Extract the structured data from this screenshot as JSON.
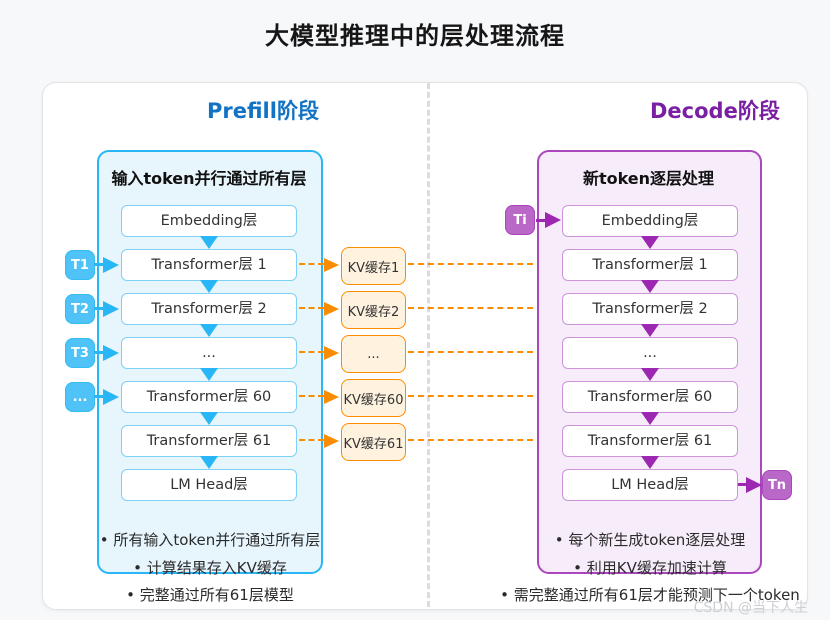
{
  "title": "大模型推理中的层处理流程",
  "watermark": "CSDN @当下人生",
  "colors": {
    "page_bg": "#f7f8fa",
    "prefill_accent": "#29b6f6",
    "prefill_header": "#1273c4",
    "prefill_box_bg": "#e7f5fd",
    "decode_accent": "#ab47bc",
    "decode_header": "#7b1fa2",
    "decode_box_bg": "#f7ecfa",
    "kv_accent": "#fb8c00",
    "kv_box_bg": "#fff3e0",
    "token_cyan": "#4fc3f7",
    "token_purple": "#ba68c8"
  },
  "prefill": {
    "header": "Prefill阶段",
    "box_title": "输入token并行通过所有层",
    "layers": [
      "Embedding层",
      "Transformer层 1",
      "Transformer层 2",
      "...",
      "Transformer层 60",
      "Transformer层 61",
      "LM Head层"
    ],
    "tokens": [
      "T1",
      "T2",
      "T3",
      "..."
    ],
    "notes": [
      "所有输入token并行通过所有层",
      "计算结果存入KV缓存",
      "完整通过所有61层模型"
    ]
  },
  "kv_cache": {
    "items": [
      "KV缓存1",
      "KV缓存2",
      "...",
      "KV缓存60",
      "KV缓存61"
    ]
  },
  "decode": {
    "header": "Decode阶段",
    "box_title": "新token逐层处理",
    "input_token": "Ti",
    "output_token": "Tn",
    "layers": [
      "Embedding层",
      "Transformer层 1",
      "Transformer层 2",
      "...",
      "Transformer层 60",
      "Transformer层 61",
      "LM Head层"
    ],
    "notes": [
      "每个新生成token逐层处理",
      "利用KV缓存加速计算",
      "需完整通过所有61层才能预测下一个token"
    ]
  }
}
